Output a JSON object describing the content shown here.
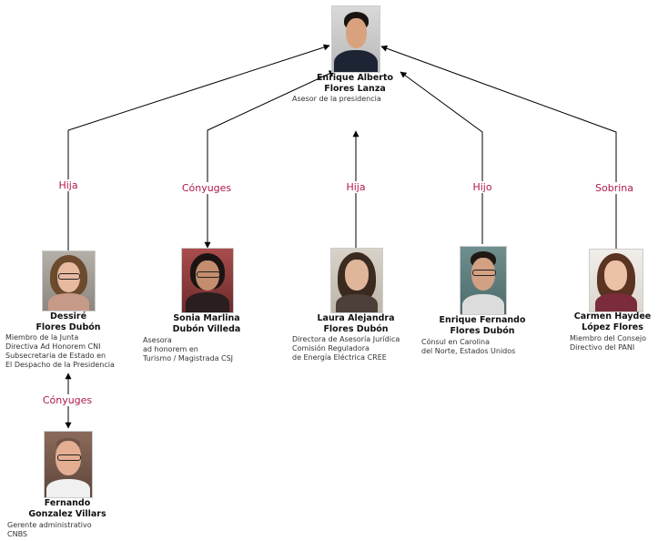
{
  "root": {
    "name_line1": "Enrique Alberto",
    "name_line2": "Flores Lanza",
    "role_lines": [
      "Asesor de la presidencia"
    ]
  },
  "relatives": [
    {
      "relationship": "Hija",
      "name_line1": "Dessiré",
      "name_line2": "Flores Dubón",
      "role_lines": [
        "Miembro de la Junta",
        "Directiva Ad Honorem CNI",
        "Subsecretaria de Estado en",
        "El Despacho de la Presidencia"
      ]
    },
    {
      "relationship": "Cónyuges",
      "name_line1": "Sonia Marlina",
      "name_line2": "Dubón Villeda",
      "role_lines": [
        "Asesora",
        "ad honorem en",
        "Turismo / Magistrada CSJ"
      ]
    },
    {
      "relationship": "Hija",
      "name_line1": "Laura Alejandra",
      "name_line2": "Flores Dubón",
      "role_lines": [
        "Directora de Asesoría Jurídica",
        "Comisión Reguladora",
        "de Energía Eléctrica  CREE"
      ]
    },
    {
      "relationship": "Hijo",
      "name_line1": "Enrique Fernando",
      "name_line2": "Flores Dubón",
      "role_lines": [
        "Cónsul en Carolina",
        "del Norte, Estados Unidos"
      ]
    },
    {
      "relationship": "Sobrina",
      "name_line1": "Carmen Haydee",
      "name_line2": "López Flores",
      "role_lines": [
        "Miembro del Consejo",
        "Directivo del PANI"
      ]
    }
  ],
  "spouse_of_first": {
    "relationship": "Cónyuges",
    "name_line1": "Fernando",
    "name_line2": "Gonzalez Villars",
    "role_lines": [
      "Gerente administrativo",
      "CNBS"
    ]
  },
  "colors": {
    "relationship_label": "#b0174f",
    "line": "#000000"
  }
}
